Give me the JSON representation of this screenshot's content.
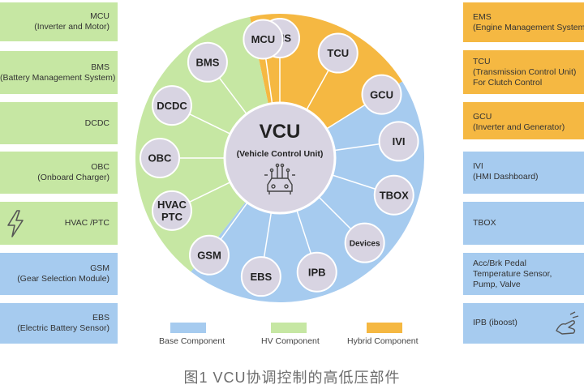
{
  "left_boxes": [
    {
      "lines": [
        "MCU",
        "(Inverter and Motor)"
      ],
      "color": "#c6e7a3"
    },
    {
      "lines": [
        "BMS",
        "(Battery Management  System)"
      ],
      "color": "#c6e7a3"
    },
    {
      "lines": [
        "DCDC"
      ],
      "color": "#c6e7a3"
    },
    {
      "lines": [
        "OBC",
        "(Onboard Charger)"
      ],
      "color": "#c6e7a3"
    },
    {
      "lines": [
        "HVAC /PTC"
      ],
      "color": "#c6e7a3",
      "icon": "lightning-icon"
    },
    {
      "lines": [
        "GSM",
        "(Gear Selection Module)"
      ],
      "color": "#a6cbef"
    },
    {
      "lines": [
        "EBS",
        "(Electric Battery Sensor)"
      ],
      "color": "#a6cbef"
    }
  ],
  "right_boxes": [
    {
      "lines": [
        "EMS",
        "(Engine Management  System)"
      ],
      "color": "#f5b842"
    },
    {
      "lines": [
        "TCU",
        "(Transmission Control Unit)",
        "For Clutch Control"
      ],
      "color": "#f5b842"
    },
    {
      "lines": [
        "GCU",
        "(Inverter and Generator)"
      ],
      "color": "#f5b842"
    },
    {
      "lines": [
        "IVI",
        "(HMI Dashboard)"
      ],
      "color": "#a6cbef"
    },
    {
      "lines": [
        "TBOX"
      ],
      "color": "#a6cbef"
    },
    {
      "lines": [
        "Acc/Brk Pedal",
        "Temperature  Sensor,",
        "Pump, Valve"
      ],
      "color": "#a6cbef"
    },
    {
      "lines": [
        "IPB (iboost)"
      ],
      "color": "#a6cbef",
      "icon": "foot-pedal-icon"
    }
  ],
  "center": {
    "title": "VCU",
    "subtitle": "(Vehicle Control Unit)",
    "icon": "connected-car-icon"
  },
  "nodes": [
    {
      "label": "EMS"
    },
    {
      "label": "TCU"
    },
    {
      "label": "GCU"
    },
    {
      "label": "IVI"
    },
    {
      "label": "TBOX"
    },
    {
      "label": "Devices"
    },
    {
      "label": "IPB"
    },
    {
      "label": "EBS"
    },
    {
      "label": "GSM"
    },
    {
      "label": "HVAC\nPTC"
    },
    {
      "label": "OBC"
    },
    {
      "label": "DCDC"
    },
    {
      "label": "BMS"
    },
    {
      "label": "MCU"
    }
  ],
  "legend": [
    {
      "label": "Base Component",
      "color": "#a6cbef"
    },
    {
      "label": "HV Component",
      "color": "#c6e7a3"
    },
    {
      "label": "Hybrid Component",
      "color": "#f5b842"
    }
  ],
  "colors": {
    "base": "#a6cbef",
    "hv": "#c6e7a3",
    "hybrid": "#f5b842",
    "node": "#d8d4e2",
    "node_stroke": "#ffffff",
    "hub": "#d8d4e2"
  },
  "caption": "图1  VCU协调控制的高低压部件"
}
